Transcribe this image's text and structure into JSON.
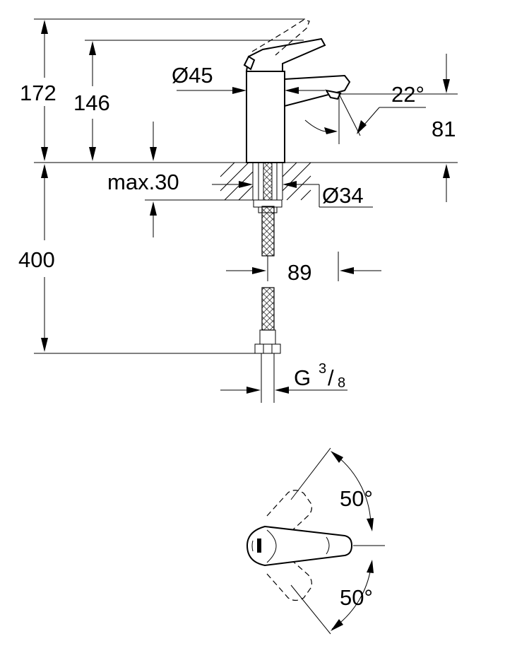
{
  "dimensions": {
    "total_height": "172",
    "spout_height": "146",
    "body_diameter": "Ø45",
    "spout_angle": "22°",
    "spout_outlet_height": "81",
    "max_thickness": "max.30",
    "hole_diameter": "Ø34",
    "hose_length": "400",
    "reach": "89",
    "thread_prefix": "G",
    "thread_num": "3",
    "thread_den": "8",
    "lever_angle_left": "50°",
    "lever_angle_right": "50°"
  }
}
